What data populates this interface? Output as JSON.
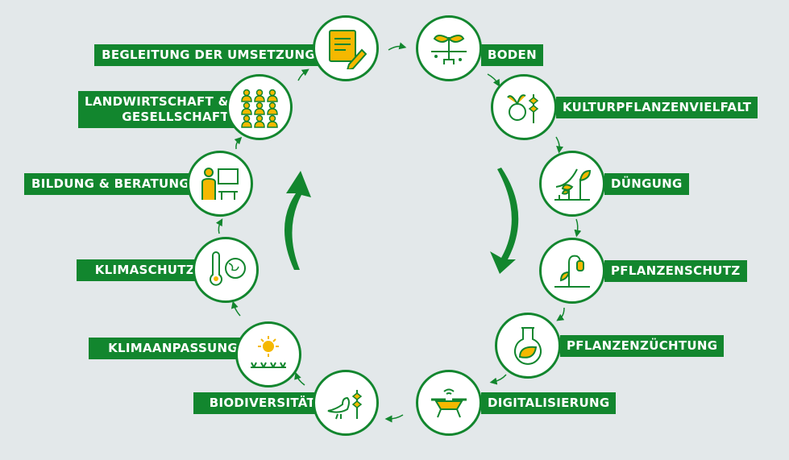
{
  "colors": {
    "green": "#12862e",
    "yellow": "#f5b800",
    "background": "#e3e8ea"
  },
  "steps": [
    {
      "label": "BEGLEITUNG DER UMSETZUNG",
      "icon": "notepad-pencil-icon"
    },
    {
      "label": "BODEN",
      "icon": "seedling-soil-icon"
    },
    {
      "label": "KULTURPFLANZENVIELFALT",
      "icon": "beet-grain-icon"
    },
    {
      "label": "DÜNGUNG",
      "icon": "growing-plants-icon"
    },
    {
      "label": "PFLANZENSCHUTZ",
      "icon": "wilting-plant-pest-icon"
    },
    {
      "label": "PFLANZENZÜCHTUNG",
      "icon": "flask-leaf-icon"
    },
    {
      "label": "DIGITALISIERUNG",
      "icon": "drone-icon"
    },
    {
      "label": "BIODIVERSITÄT",
      "icon": "bird-grain-icon"
    },
    {
      "label": "KLIMAANPASSUNG",
      "icon": "sun-grass-icon"
    },
    {
      "label": "KLIMASCHUTZ",
      "icon": "thermometer-globe-icon"
    },
    {
      "label": "BILDUNG & BERATUNG",
      "icon": "teacher-board-icon"
    },
    {
      "label": "LANDWIRTSCHAFT & GESELLSCHAFT",
      "label_line1": "LANDWIRTSCHAFT &",
      "label_line2": "GESELLSCHAFT",
      "icon": "group-people-icon"
    }
  ]
}
